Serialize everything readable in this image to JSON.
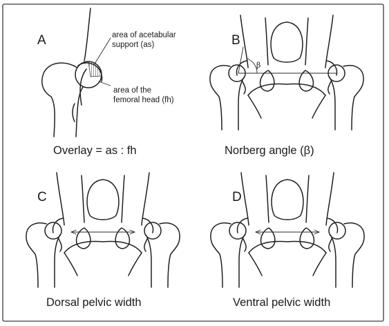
{
  "panels": [
    {
      "letter": "A",
      "caption": "Overlay = as : fh"
    },
    {
      "letter": "B",
      "caption": "Norberg angle (β)"
    },
    {
      "letter": "C",
      "caption": "Dorsal pelvic width"
    },
    {
      "letter": "D",
      "caption": "Ventral pelvic width"
    }
  ],
  "annotations": {
    "acetabular_line1": "area of acetabular",
    "acetabular_line2": "support (as)",
    "femoral_line1": "area of the",
    "femoral_line2": "femoral head (fh)",
    "angle_symbol": "β"
  }
}
